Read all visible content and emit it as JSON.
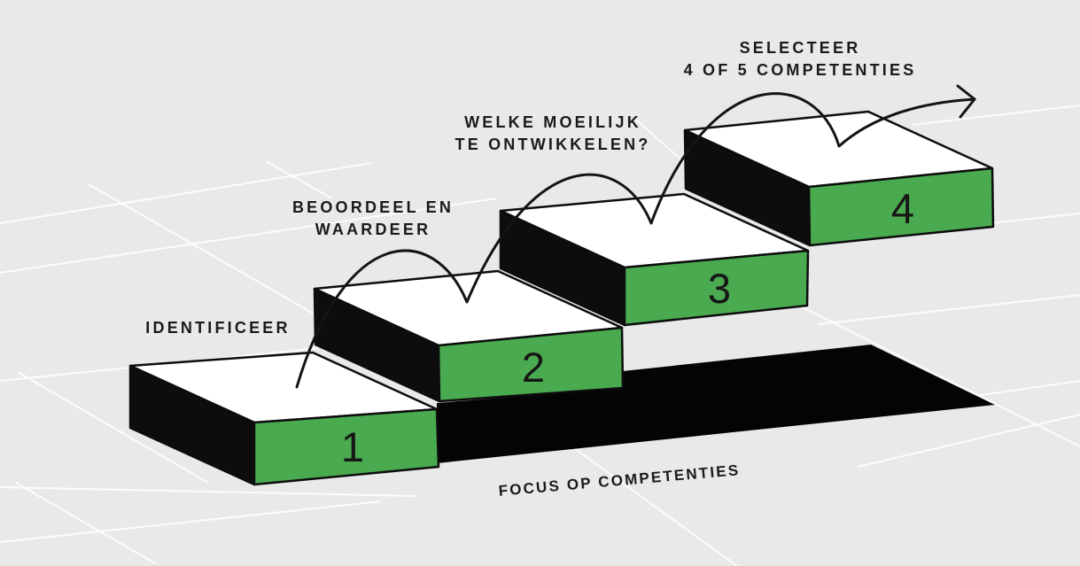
{
  "colors": {
    "background": "#e9e9e9",
    "green": "#4aaa50",
    "ink": "#1a1a1a",
    "grid": "#ffffff",
    "surface": "#ffffff",
    "black": "#0d0d0d"
  },
  "steps": [
    {
      "number": "1",
      "label_lines": [
        "IDENTIFICEER"
      ]
    },
    {
      "number": "2",
      "label_lines": [
        "BEOORDEEL EN",
        "WAARDEER"
      ]
    },
    {
      "number": "3",
      "label_lines": [
        "WELKE MOEILIJK",
        "TE ONTWIKKELEN?"
      ]
    },
    {
      "number": "4",
      "label_lines": [
        "SELECTEER",
        "4 OF 5 COMPETENTIES"
      ]
    }
  ],
  "baseline_label": "FOCUS OP COMPETENTIES"
}
